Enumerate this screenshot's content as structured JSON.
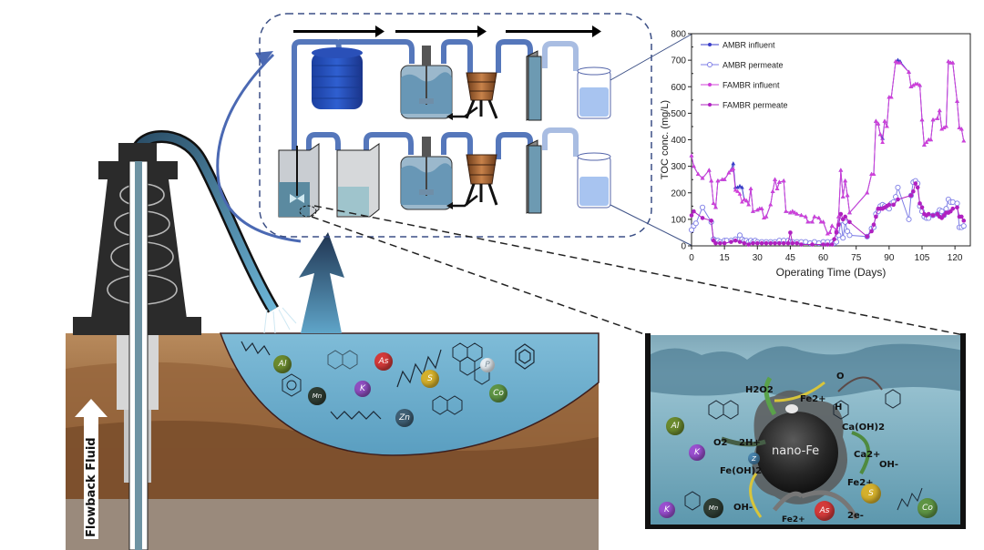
{
  "figure": {
    "well_label": "Flowback Fluid",
    "nano_label": "nano-Fe",
    "reactor_diagram": {
      "rows": [
        {
          "name": "AMBR",
          "units": [
            "storage-tank",
            "stirred-bioreactor",
            "wooden-filter",
            "membrane-module",
            "permeate-beaker"
          ]
        },
        {
          "name": "FAMBR",
          "units": [
            "nano-Fe-pretreatment-tank",
            "settling-tank",
            "stirred-bioreactor",
            "wooden-filter",
            "membrane-module",
            "permeate-beaker"
          ]
        }
      ]
    },
    "pond_species": {
      "ions": [
        {
          "symbol": "Al",
          "color": "#6b8a2e"
        },
        {
          "symbol": "Mn",
          "color": "#2f3d33"
        },
        {
          "symbol": "K",
          "color": "#8e4ec0"
        },
        {
          "symbol": "As",
          "color": "#d33a3a"
        },
        {
          "symbol": "S",
          "color": "#d4b02c"
        },
        {
          "symbol": "P",
          "color": "#e7eef3"
        },
        {
          "symbol": "Co",
          "color": "#5e9444"
        },
        {
          "symbol": "Zn",
          "color": "#3f5f74"
        }
      ]
    },
    "reaction_labels": {
      "h2o2": "H2O2",
      "fe_top": "Fe2+",
      "o": "O",
      "h": "H",
      "caoh2": "Ca(OH)2",
      "ca": "Ca2+",
      "oh_right": "OH-",
      "fe_right": "Fe2+",
      "o2": "O2",
      "two_h": "2H+",
      "feoh": "Fe(OH)2",
      "oh_left": "OH-",
      "fe_bottom": "Fe2+",
      "two_e": "2e-"
    },
    "reactor_ions": [
      {
        "symbol": "Al",
        "color": "#6b8a2e"
      },
      {
        "symbol": "K",
        "color": "#9a4fd0"
      },
      {
        "symbol": "K",
        "color": "#9a4fd0"
      },
      {
        "symbol": "Mn",
        "color": "#2f3d33"
      },
      {
        "symbol": "As",
        "color": "#d33a3a"
      },
      {
        "symbol": "S",
        "color": "#d4b02c"
      },
      {
        "symbol": "Co",
        "color": "#5e9444"
      },
      {
        "symbol": "Z",
        "color": "#4a86b0"
      }
    ]
  },
  "chart_data": {
    "type": "line",
    "title": "",
    "xlabel": "Operating Time (Days)",
    "ylabel": "TOC conc. (mg/L)",
    "xlim": [
      0,
      127
    ],
    "ylim": [
      0,
      800
    ],
    "xticks": [
      0,
      15,
      30,
      45,
      60,
      75,
      90,
      105,
      120
    ],
    "yticks": [
      0,
      100,
      200,
      300,
      400,
      500,
      600,
      700,
      800
    ],
    "grid": false,
    "legend_position": "top-left",
    "series": [
      {
        "name": "AMBR influent",
        "color": "#3a3ec8",
        "marker": "filled-triangle",
        "x": [
          0,
          1,
          3,
          5,
          8,
          9,
          10,
          11,
          12,
          14,
          15,
          17,
          18,
          19,
          20,
          21,
          22,
          23,
          24,
          25,
          26,
          27,
          28,
          30,
          31,
          32,
          33,
          34,
          36,
          37,
          38,
          39,
          40,
          42,
          43,
          45,
          46,
          47,
          48,
          50,
          52,
          53,
          55,
          56,
          58,
          59,
          60,
          62,
          63,
          64,
          66,
          67,
          68,
          69,
          70,
          71,
          72,
          80,
          82,
          83,
          84,
          85,
          86,
          87,
          88,
          89,
          90,
          91,
          93,
          94,
          95,
          99,
          100,
          101,
          102,
          103,
          104,
          105,
          106,
          107,
          108,
          109,
          110,
          112,
          113,
          114,
          115,
          116,
          117,
          118,
          119,
          121,
          122,
          123,
          124
        ],
        "y": [
          340,
          300,
          270,
          255,
          285,
          245,
          160,
          145,
          245,
          250,
          250,
          275,
          285,
          310,
          220,
          220,
          225,
          220,
          175,
          170,
          155,
          215,
          130,
          135,
          140,
          140,
          105,
          110,
          155,
          205,
          250,
          215,
          240,
          245,
          130,
          125,
          130,
          125,
          120,
          115,
          110,
          90,
          90,
          110,
          105,
          90,
          90,
          45,
          50,
          75,
          60,
          110,
          285,
          185,
          245,
          190,
          125,
          200,
          270,
          270,
          470,
          460,
          420,
          405,
          470,
          450,
          560,
          560,
          695,
          700,
          695,
          655,
          600,
          605,
          610,
          610,
          605,
          475,
          380,
          390,
          400,
          400,
          475,
          480,
          510,
          440,
          445,
          450,
          695,
          690,
          690,
          545,
          445,
          440,
          395
        ]
      },
      {
        "name": "AMBR permeate",
        "color": "#7e7ee6",
        "marker": "open-circle",
        "x": [
          0,
          1,
          2,
          5,
          9,
          10,
          11,
          12,
          13,
          15,
          16,
          18,
          20,
          22,
          23,
          24,
          25,
          26,
          27,
          28,
          29,
          30,
          32,
          34,
          36,
          38,
          40,
          42,
          44,
          45,
          46,
          48,
          50,
          52,
          54,
          56,
          58,
          60,
          62,
          64,
          65,
          66,
          67,
          68,
          69,
          70,
          71,
          72,
          80,
          82,
          83,
          84,
          85,
          86,
          87,
          88,
          89,
          90,
          91,
          92,
          93,
          94,
          99,
          100,
          101,
          102,
          103,
          104,
          105,
          106,
          107,
          108,
          110,
          112,
          113,
          114,
          115,
          116,
          117,
          118,
          119,
          121,
          122,
          123,
          124
        ],
        "y": [
          60,
          75,
          85,
          145,
          90,
          25,
          20,
          20,
          15,
          20,
          20,
          20,
          25,
          40,
          25,
          20,
          20,
          15,
          20,
          15,
          20,
          15,
          15,
          15,
          15,
          15,
          20,
          20,
          20,
          15,
          15,
          15,
          15,
          15,
          10,
          15,
          10,
          15,
          15,
          15,
          10,
          15,
          40,
          95,
          30,
          90,
          55,
          40,
          35,
          65,
          70,
          120,
          130,
          150,
          155,
          150,
          145,
          140,
          160,
          165,
          185,
          220,
          100,
          190,
          240,
          245,
          235,
          150,
          130,
          110,
          105,
          105,
          115,
          120,
          135,
          130,
          115,
          140,
          175,
          165,
          165,
          160,
          70,
          70,
          75
        ]
      },
      {
        "name": "FAMBR influent",
        "color": "#d040d8",
        "marker": "filled-triangle",
        "x": [
          0,
          1,
          3,
          5,
          8,
          9,
          10,
          11,
          12,
          14,
          15,
          17,
          18,
          19,
          20,
          21,
          22,
          23,
          24,
          25,
          26,
          27,
          28,
          30,
          31,
          32,
          33,
          34,
          36,
          37,
          38,
          39,
          40,
          42,
          43,
          45,
          46,
          47,
          48,
          50,
          52,
          53,
          55,
          56,
          58,
          59,
          60,
          62,
          63,
          64,
          66,
          67,
          68,
          69,
          70,
          71,
          72,
          80,
          82,
          83,
          84,
          85,
          86,
          87,
          88,
          89,
          90,
          91,
          93,
          94,
          95,
          99,
          100,
          101,
          102,
          103,
          104,
          105,
          106,
          107,
          108,
          109,
          110,
          112,
          113,
          114,
          115,
          116,
          117,
          118,
          119,
          121,
          122,
          123,
          124
        ],
        "y": [
          340,
          300,
          270,
          255,
          285,
          245,
          160,
          145,
          245,
          250,
          250,
          275,
          285,
          290,
          210,
          205,
          195,
          165,
          175,
          170,
          155,
          215,
          130,
          135,
          140,
          140,
          105,
          110,
          155,
          205,
          250,
          215,
          240,
          245,
          130,
          125,
          130,
          125,
          120,
          115,
          110,
          90,
          90,
          110,
          105,
          90,
          90,
          45,
          50,
          75,
          60,
          110,
          285,
          185,
          245,
          190,
          125,
          200,
          270,
          270,
          470,
          460,
          420,
          390,
          470,
          450,
          560,
          560,
          695,
          690,
          690,
          655,
          600,
          605,
          610,
          610,
          605,
          475,
          380,
          390,
          400,
          400,
          475,
          480,
          510,
          440,
          445,
          450,
          695,
          690,
          690,
          545,
          445,
          440,
          395
        ]
      },
      {
        "name": "FAMBR permeate",
        "color": "#b020c0",
        "marker": "filled-circle",
        "x": [
          0,
          1,
          5,
          9,
          10,
          11,
          13,
          15,
          18,
          20,
          22,
          24,
          26,
          28,
          30,
          32,
          34,
          36,
          38,
          40,
          42,
          44,
          45,
          46,
          48,
          50,
          55,
          60,
          62,
          64,
          65,
          66,
          67,
          68,
          69,
          70,
          72,
          80,
          82,
          83,
          84,
          85,
          86,
          87,
          88,
          89,
          90,
          92,
          94,
          100,
          101,
          102,
          103,
          104,
          105,
          106,
          107,
          108,
          110,
          112,
          113,
          114,
          115,
          116,
          117,
          118,
          119,
          121,
          122,
          123,
          124
        ],
        "y": [
          115,
          130,
          105,
          95,
          20,
          10,
          10,
          10,
          15,
          20,
          15,
          10,
          5,
          10,
          10,
          10,
          10,
          10,
          10,
          10,
          10,
          10,
          50,
          10,
          10,
          5,
          5,
          5,
          5,
          5,
          25,
          50,
          80,
          120,
          100,
          110,
          90,
          35,
          55,
          80,
          110,
          140,
          140,
          140,
          145,
          150,
          155,
          155,
          175,
          190,
          205,
          235,
          220,
          160,
          145,
          120,
          115,
          120,
          115,
          120,
          110,
          105,
          115,
          125,
          125,
          130,
          140,
          145,
          110,
          110,
          95
        ]
      }
    ]
  }
}
